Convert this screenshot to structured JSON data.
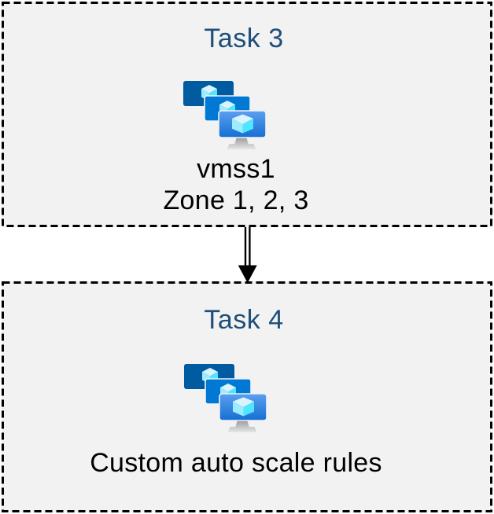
{
  "diagram": {
    "background": "#ffffff",
    "box_fill": "#f2f2f2",
    "box_border_color": "#000000",
    "title_color": "#1f4e79",
    "label_color": "#000000"
  },
  "tasks": [
    {
      "title": "Task 3",
      "icon": "azure-vm-scale-sets",
      "labels": [
        "vmss1",
        "Zone 1, 2, 3"
      ]
    },
    {
      "title": "Task 4",
      "icon": "azure-vm-scale-sets",
      "labels": [
        "Custom auto scale rules"
      ]
    }
  ],
  "connector": {
    "type": "double-line-arrow",
    "direction": "down",
    "color": "#000000"
  },
  "icon_colors": {
    "screen_back": "#005ba1",
    "screen_middle": "#0078d4",
    "screen_front_top": "#5b9ff0",
    "screen_front_bottom": "#156fd2",
    "cube_top": "#d9f4ff",
    "cube_left": "#9cebff",
    "cube_right": "#50e6ff",
    "stand_dark": "#969696",
    "stand_light": "#e6e6e6"
  }
}
